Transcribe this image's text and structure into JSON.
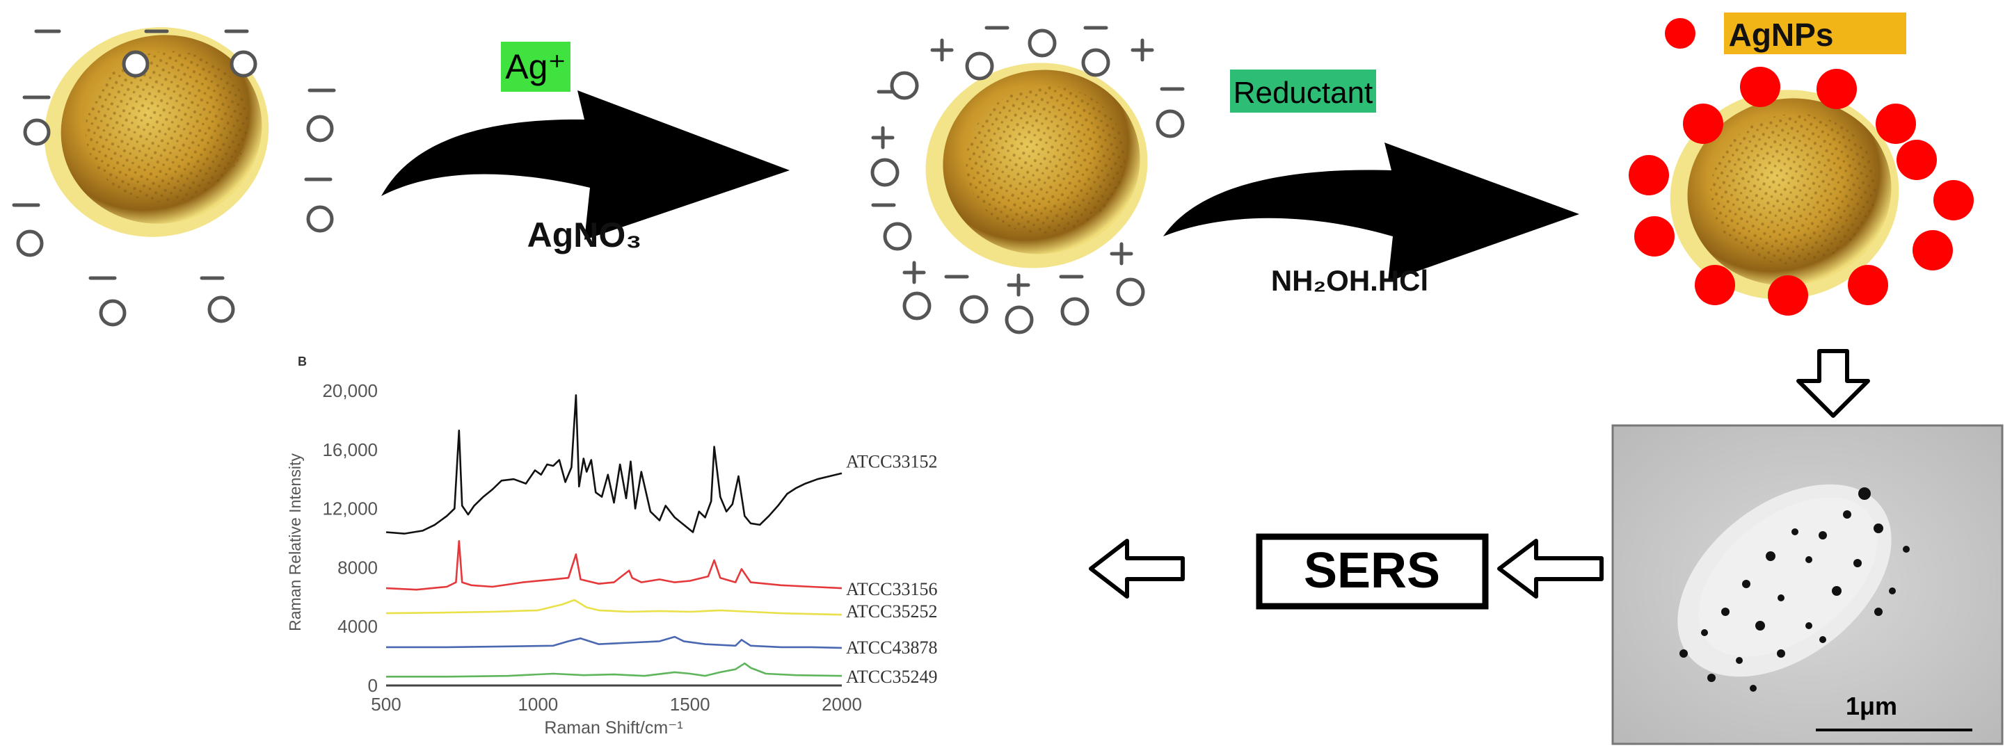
{
  "labels": {
    "ag_ion": "Ag⁺",
    "agno3": "AgNO₃",
    "reductant": "Reductant",
    "nh2oh": "NH₂OH.HCl",
    "agnps": "AgNPs",
    "sers": "SERS",
    "scale_bar": "1μm"
  },
  "colors": {
    "ag_ion_bg": "#3fe23f",
    "reductant_bg": "#2ebd74",
    "agnps_bg": "#f2b517",
    "nanoparticle": "#ff0000",
    "cell_fill": "#d9b13a",
    "arrow": "#000000"
  },
  "icons": {
    "process_arrow": "curved-arrow-icon",
    "flow_arrow": "hollow-arrow-icon",
    "cell": "bacterial-cell-icon",
    "negative_charge": "minus-icon",
    "positive_charge": "plus-icon"
  },
  "chart_data": {
    "type": "line",
    "panel_label": "B",
    "xlabel": "Raman Shift/cm⁻¹",
    "ylabel": "Raman Relative Intensity",
    "xlim": [
      500,
      2000
    ],
    "ylim": [
      0,
      20000
    ],
    "x_ticks": [
      "500",
      "1000",
      "1500",
      "2000"
    ],
    "y_ticks": [
      "20,000",
      "16,000",
      "12,000",
      "8000",
      "4000",
      "0"
    ],
    "grid": false,
    "legend": "labels at right end of each series",
    "series": [
      {
        "name": "ATCC33152",
        "color": "#111111",
        "x": [
          500,
          560,
          620,
          660,
          700,
          725,
          740,
          750,
          770,
          790,
          820,
          850,
          880,
          920,
          960,
          990,
          1010,
          1030,
          1050,
          1070,
          1090,
          1110,
          1125,
          1135,
          1150,
          1160,
          1175,
          1190,
          1210,
          1230,
          1250,
          1270,
          1290,
          1305,
          1320,
          1340,
          1370,
          1400,
          1420,
          1450,
          1480,
          1510,
          1530,
          1550,
          1570,
          1580,
          1600,
          1620,
          1640,
          1660,
          1680,
          1700,
          1730,
          1760,
          1790,
          1820,
          1850,
          1880,
          1920,
          1960,
          2000
        ],
        "y": [
          10400,
          10300,
          10500,
          10900,
          11500,
          12000,
          17300,
          12200,
          11600,
          12200,
          12800,
          13300,
          13900,
          14000,
          13700,
          14600,
          14300,
          15000,
          14900,
          15300,
          13800,
          14800,
          19700,
          13500,
          15400,
          14500,
          15300,
          13100,
          12800,
          14300,
          12400,
          15000,
          12700,
          15200,
          12000,
          14500,
          11800,
          11200,
          12200,
          11400,
          10900,
          10400,
          11800,
          11400,
          12500,
          16200,
          12800,
          11800,
          12300,
          14200,
          11500,
          11000,
          10900,
          11500,
          12200,
          13000,
          13400,
          13700,
          14000,
          14200,
          14400
        ]
      },
      {
        "name": "ATCC33156",
        "color": "#e5383b",
        "x": [
          500,
          600,
          700,
          730,
          740,
          750,
          780,
          850,
          950,
          1050,
          1100,
          1125,
          1140,
          1200,
          1250,
          1300,
          1310,
          1340,
          1400,
          1450,
          1500,
          1560,
          1580,
          1600,
          1650,
          1670,
          1700,
          1800,
          1900,
          2000
        ],
        "y": [
          6600,
          6500,
          6700,
          7000,
          9800,
          7000,
          6800,
          6700,
          7000,
          7200,
          7300,
          8900,
          7200,
          6900,
          7000,
          7800,
          7300,
          7000,
          7200,
          7000,
          7100,
          7400,
          8500,
          7300,
          7000,
          7900,
          7000,
          6800,
          6700,
          6600
        ]
      },
      {
        "name": "ATCC35252",
        "color": "#e9e04a",
        "x": [
          500,
          700,
          850,
          1000,
          1080,
          1120,
          1160,
          1200,
          1300,
          1400,
          1500,
          1600,
          1700,
          1800,
          1900,
          2000
        ],
        "y": [
          4900,
          4950,
          5000,
          5100,
          5500,
          5800,
          5300,
          5100,
          5000,
          5050,
          5000,
          5100,
          5000,
          4900,
          4850,
          4800
        ]
      },
      {
        "name": "ATCC43878",
        "color": "#4a67b2",
        "x": [
          500,
          700,
          900,
          1050,
          1100,
          1140,
          1200,
          1300,
          1400,
          1450,
          1480,
          1550,
          1650,
          1670,
          1700,
          1800,
          1900,
          2000
        ],
        "y": [
          2600,
          2600,
          2650,
          2700,
          3000,
          3200,
          2800,
          2900,
          3000,
          3300,
          3000,
          2800,
          2700,
          3100,
          2700,
          2600,
          2600,
          2550
        ]
      },
      {
        "name": "ATCC35249",
        "color": "#5fb55c",
        "x": [
          500,
          700,
          900,
          1050,
          1150,
          1250,
          1350,
          1450,
          1500,
          1550,
          1600,
          1650,
          1680,
          1700,
          1750,
          1850,
          2000
        ],
        "y": [
          600,
          600,
          650,
          800,
          700,
          750,
          650,
          900,
          800,
          650,
          900,
          1100,
          1500,
          1200,
          800,
          700,
          650
        ]
      }
    ]
  }
}
